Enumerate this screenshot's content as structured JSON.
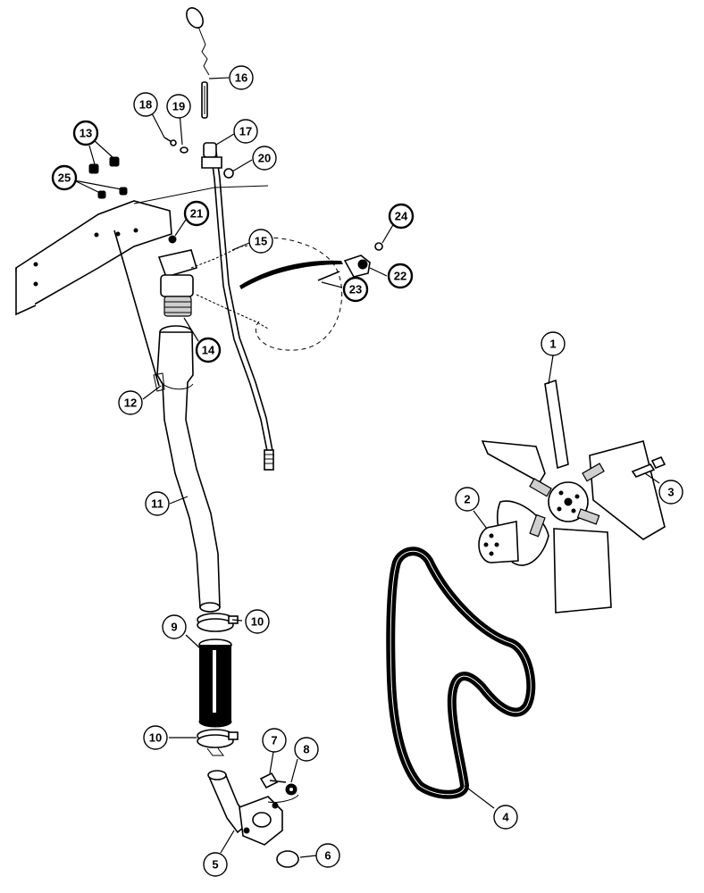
{
  "callouts": [
    {
      "id": "1",
      "label": "1",
      "bold": false
    },
    {
      "id": "2",
      "label": "2",
      "bold": false
    },
    {
      "id": "3",
      "label": "3",
      "bold": false
    },
    {
      "id": "4",
      "label": "4",
      "bold": false
    },
    {
      "id": "5",
      "label": "5",
      "bold": false
    },
    {
      "id": "6",
      "label": "6",
      "bold": false
    },
    {
      "id": "7",
      "label": "7",
      "bold": false
    },
    {
      "id": "8",
      "label": "8",
      "bold": false
    },
    {
      "id": "9",
      "label": "9",
      "bold": false
    },
    {
      "id": "10a",
      "label": "10",
      "bold": false
    },
    {
      "id": "10b",
      "label": "10",
      "bold": false
    },
    {
      "id": "11",
      "label": "11",
      "bold": false
    },
    {
      "id": "12",
      "label": "12",
      "bold": false
    },
    {
      "id": "13",
      "label": "13",
      "bold": true
    },
    {
      "id": "14",
      "label": "14",
      "bold": true
    },
    {
      "id": "15",
      "label": "15",
      "bold": false
    },
    {
      "id": "16",
      "label": "16",
      "bold": false
    },
    {
      "id": "17",
      "label": "17",
      "bold": false
    },
    {
      "id": "18",
      "label": "18",
      "bold": false
    },
    {
      "id": "19",
      "label": "19",
      "bold": false
    },
    {
      "id": "20",
      "label": "20",
      "bold": false
    },
    {
      "id": "21",
      "label": "21",
      "bold": true
    },
    {
      "id": "22",
      "label": "22",
      "bold": true
    },
    {
      "id": "23",
      "label": "23",
      "bold": true
    },
    {
      "id": "24",
      "label": "24",
      "bold": true
    },
    {
      "id": "25",
      "label": "25",
      "bold": true
    }
  ]
}
